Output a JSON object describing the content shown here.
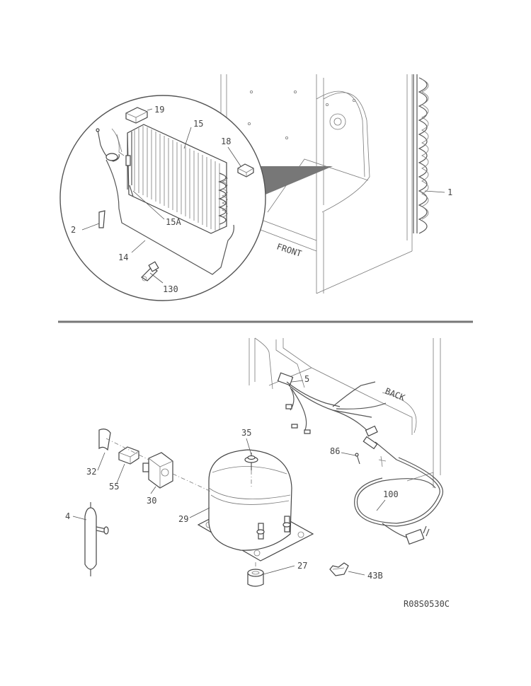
{
  "labels": {
    "p1": "1",
    "p2": "2",
    "p4": "4",
    "p5": "5",
    "p14": "14",
    "p15": "15",
    "p15a": "15A",
    "p18": "18",
    "p19": "19",
    "p27": "27",
    "p29": "29",
    "p30": "30",
    "p32": "32",
    "p35": "35",
    "p43b": "43B",
    "p55": "55",
    "p86": "86",
    "p100": "100",
    "p130": "130"
  },
  "cabinet_text": {
    "front": "FRONT",
    "back": "BACK"
  },
  "drawing_code": "R08S0530C",
  "colors": {
    "line": "#555555",
    "divider": "#777777",
    "background": "#ffffff"
  }
}
